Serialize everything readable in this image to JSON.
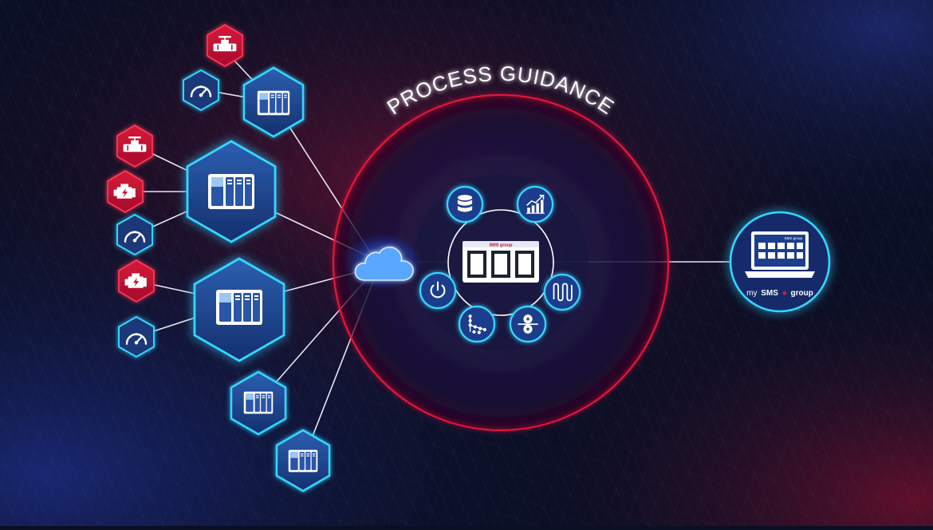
{
  "title": "PROCESS GUIDANCE",
  "colors": {
    "accent_blue": "#35d6ff",
    "accent_red": "#e8193c",
    "background": "#0b0f24"
  },
  "hub": {
    "icon": "cloud-icon",
    "center_panel_brand": "SMS group",
    "satellites": [
      {
        "icon": "database-icon"
      },
      {
        "icon": "rising-chart-icon"
      },
      {
        "icon": "heating-coil-icon"
      },
      {
        "icon": "rollers-icon"
      },
      {
        "icon": "process-tree-icon"
      },
      {
        "icon": "power-icon"
      }
    ]
  },
  "devices": [
    {
      "icon": "server-rack-icon"
    },
    {
      "icon": "server-rack-icon"
    },
    {
      "icon": "server-rack-icon"
    },
    {
      "icon": "server-rack-icon"
    },
    {
      "icon": "server-rack-icon"
    }
  ],
  "sensors": [
    {
      "icon": "valve-icon"
    },
    {
      "icon": "gauge-icon"
    },
    {
      "icon": "valve-icon"
    },
    {
      "icon": "engine-icon"
    },
    {
      "icon": "gauge-icon"
    },
    {
      "icon": "engine-icon"
    },
    {
      "icon": "gauge-icon"
    }
  ],
  "laptop": {
    "screen_brand": "SMS group",
    "label_prefix": "my",
    "label_brand": "SMS",
    "label_suffix": "group"
  }
}
